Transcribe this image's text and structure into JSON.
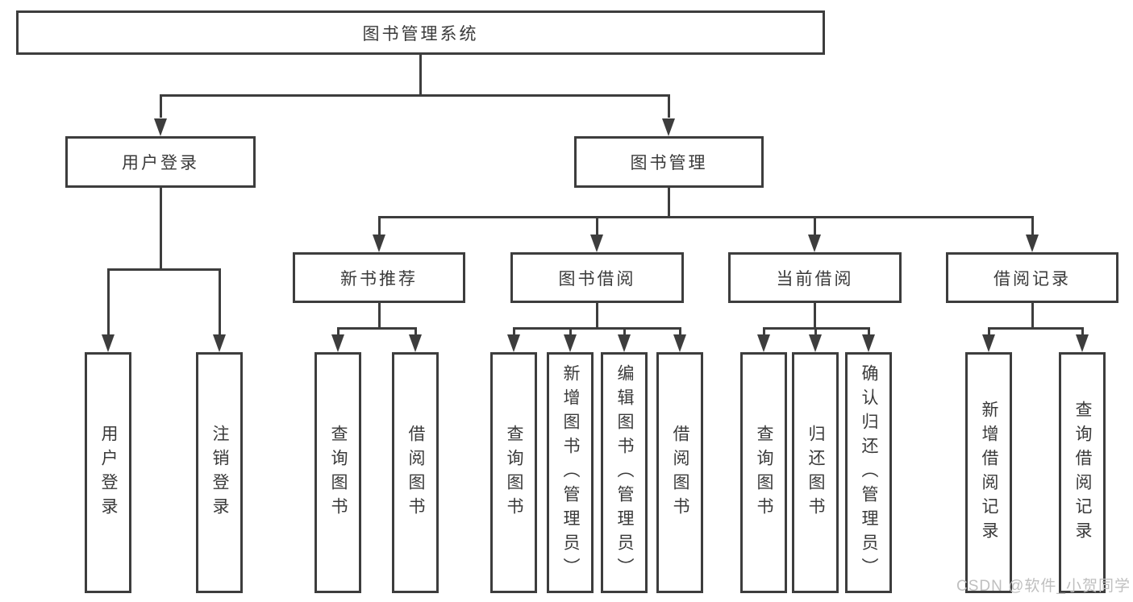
{
  "colors": {
    "line": "#3d3d3d",
    "text": "#3a3a3a",
    "background": "#ffffff",
    "watermark": "#bfbfbf"
  },
  "watermark": "CSDN @软件_小贺同学",
  "chart_data": {
    "type": "tree-diagram",
    "title": "图书管理系统",
    "levels": 3
  },
  "tree": {
    "root": "图书管理系统",
    "children": [
      {
        "label": "用户登录",
        "children": [
          "用户登录",
          "注销登录"
        ]
      },
      {
        "label": "图书管理",
        "children": [
          {
            "label": "新书推荐",
            "children": [
              "查询图书",
              "借阅图书"
            ]
          },
          {
            "label": "图书借阅",
            "children": [
              "查询图书",
              "新增图书（管理员）",
              "编辑图书（管理员）",
              "借阅图书"
            ]
          },
          {
            "label": "当前借阅",
            "children": [
              "查询图书",
              "归还图书",
              "确认归还（管理员）"
            ]
          },
          {
            "label": "借阅记录",
            "children": [
              "新增借阅记录",
              "查询借阅记录"
            ]
          }
        ]
      }
    ]
  }
}
